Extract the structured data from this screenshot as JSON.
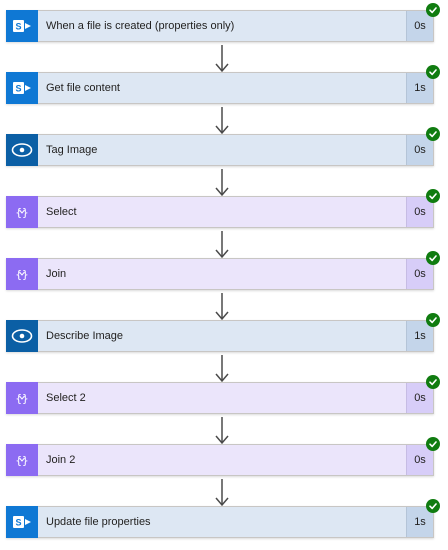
{
  "colors": {
    "sharepoint_icon": "#0f78d4",
    "vision_icon": "#0b5fa5",
    "data_operation_icon": "#8c6bf2",
    "success_badge": "#107c10",
    "connector_arrow": "#4a4a4a"
  },
  "steps": [
    {
      "title": "When a file is created (properties only)",
      "duration": "0s",
      "kind": "sharepoint",
      "icon": "sharepoint-icon",
      "status": "succeeded"
    },
    {
      "title": "Get file content",
      "duration": "1s",
      "kind": "sharepoint",
      "icon": "sharepoint-icon",
      "status": "succeeded"
    },
    {
      "title": "Tag Image",
      "duration": "0s",
      "kind": "computer-vision",
      "icon": "eye-icon",
      "status": "succeeded"
    },
    {
      "title": "Select",
      "duration": "0s",
      "kind": "data-operation",
      "icon": "data-operation-icon",
      "status": "succeeded"
    },
    {
      "title": "Join",
      "duration": "0s",
      "kind": "data-operation",
      "icon": "data-operation-icon",
      "status": "succeeded"
    },
    {
      "title": "Describe Image",
      "duration": "1s",
      "kind": "computer-vision",
      "icon": "eye-icon",
      "status": "succeeded"
    },
    {
      "title": "Select 2",
      "duration": "0s",
      "kind": "data-operation",
      "icon": "data-operation-icon",
      "status": "succeeded"
    },
    {
      "title": "Join 2",
      "duration": "0s",
      "kind": "data-operation",
      "icon": "data-operation-icon",
      "status": "succeeded"
    },
    {
      "title": "Update file properties",
      "duration": "1s",
      "kind": "sharepoint",
      "icon": "sharepoint-icon",
      "status": "succeeded"
    }
  ]
}
